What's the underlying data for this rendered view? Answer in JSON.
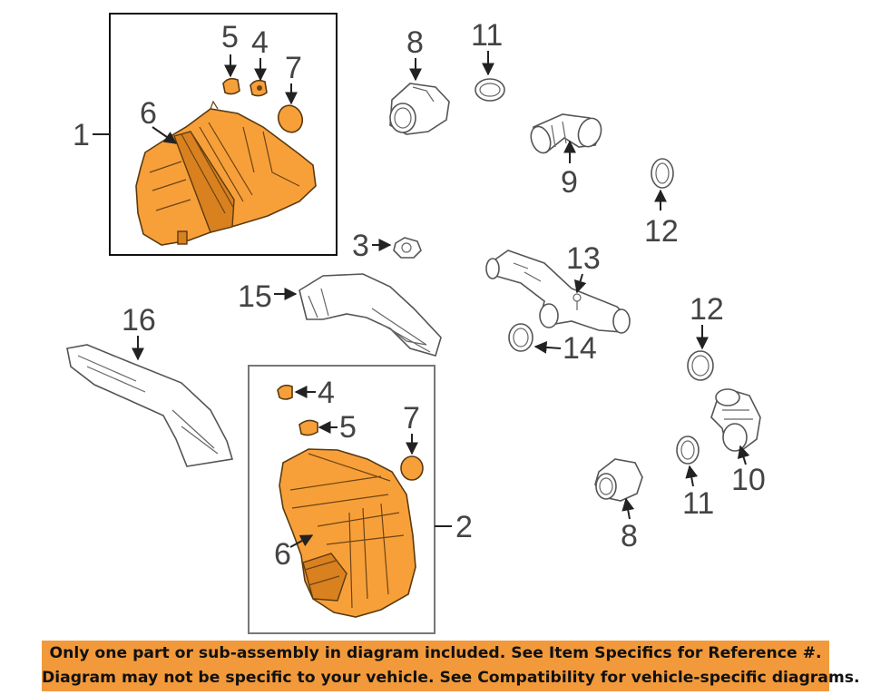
{
  "callouts": {
    "c1": "1",
    "c2": "2",
    "c3": "3",
    "c4a": "4",
    "c4b": "4",
    "c5a": "5",
    "c5b": "5",
    "c6a": "6",
    "c6b": "6",
    "c7a": "7",
    "c7b": "7",
    "c8a": "8",
    "c8b": "8",
    "c9": "9",
    "c10": "10",
    "c11a": "11",
    "c11b": "11",
    "c12a": "12",
    "c12b": "12",
    "c13": "13",
    "c14": "14",
    "c15": "15",
    "c16": "16"
  },
  "banner": {
    "line1": "Only one part or sub-assembly in diagram included. See Item Specifics for Reference #.",
    "line2": "Diagram may not be specific to your vehicle. See Compatibility for vehicle-specific diagrams."
  },
  "colors": {
    "highlight_part": "#f7a03a",
    "banner_background": "#f29a3b",
    "callout_text": "#444444"
  }
}
